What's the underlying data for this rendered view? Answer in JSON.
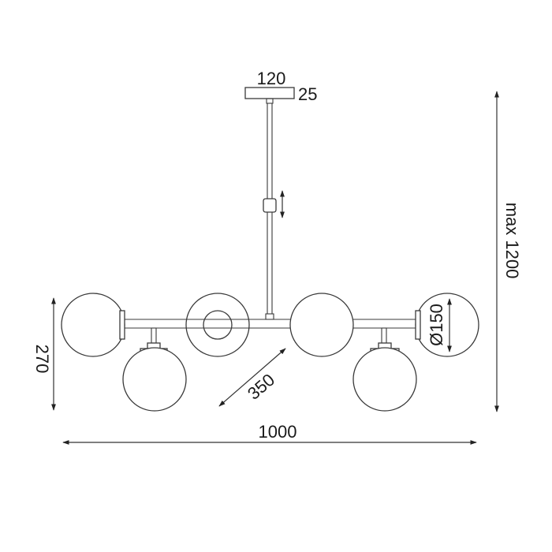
{
  "drawing": {
    "title": "Pendant light technical dimension drawing",
    "colors": {
      "line": "#3a3a3a",
      "background": "#ffffff",
      "text": "#1a1a1a"
    },
    "canopy": {
      "width_label": "120",
      "height_label": "25"
    },
    "adjustment_icon": "double-arrow-vertical-icon",
    "dimensions": {
      "total_height": "max 1200",
      "total_width": "1000",
      "body_height": "270",
      "depth": "350",
      "globe_diameter": "Ø150"
    },
    "globes": {
      "count": 6,
      "diameter_mm": 150
    }
  }
}
